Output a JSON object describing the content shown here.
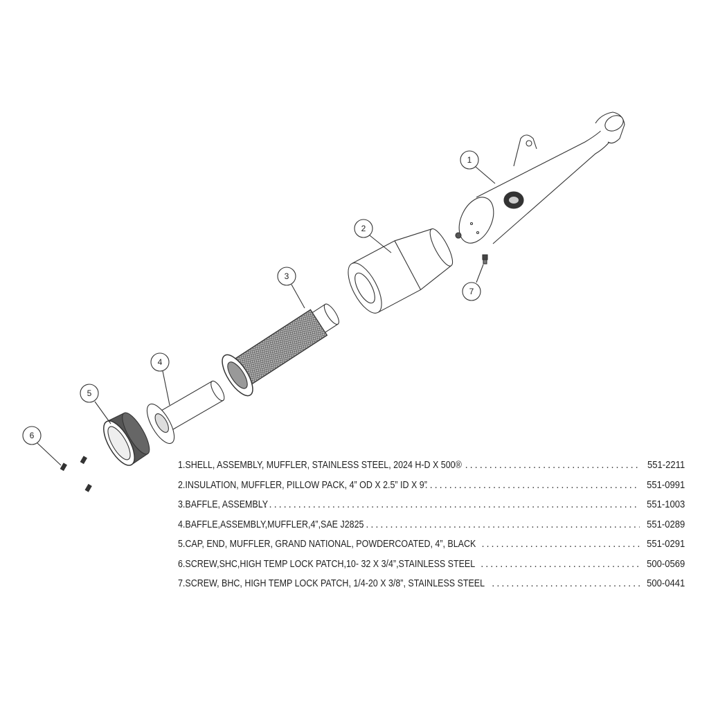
{
  "callouts": [
    "1",
    "2",
    "3",
    "4",
    "5",
    "6",
    "7"
  ],
  "parts": [
    {
      "name": "1.SHELL, ASSEMBLY, MUFFLER, STAINLESS STEEL, 2024 H-D X 500®",
      "pn": "551-2211"
    },
    {
      "name": "2.INSULATION, MUFFLER, PILLOW PACK, 4” OD X 2.5” ID X 9”",
      "pn": "551-0991"
    },
    {
      "name": "3.BAFFLE, ASSEMBLY",
      "pn": "551-1003"
    },
    {
      "name": "4.BAFFLE,ASSEMBLY,MUFFLER,4”,SAE J2825",
      "pn": "551-0289"
    },
    {
      "name": "5.CAP, END, MUFFLER, GRAND NATIONAL, POWDERCOATED, 4”, BLACK",
      "pn": "551-0291"
    },
    {
      "name": "6.SCREW,SHC,HIGH TEMP LOCK PATCH,10- 32 X 3/4”,STAINLESS STEEL",
      "pn": "500-0569"
    },
    {
      "name": "7.SCREW, BHC, HIGH TEMP LOCK PATCH, 1/4-20 X 3/8”, STAINLESS STEEL",
      "pn": "500-0441"
    }
  ]
}
